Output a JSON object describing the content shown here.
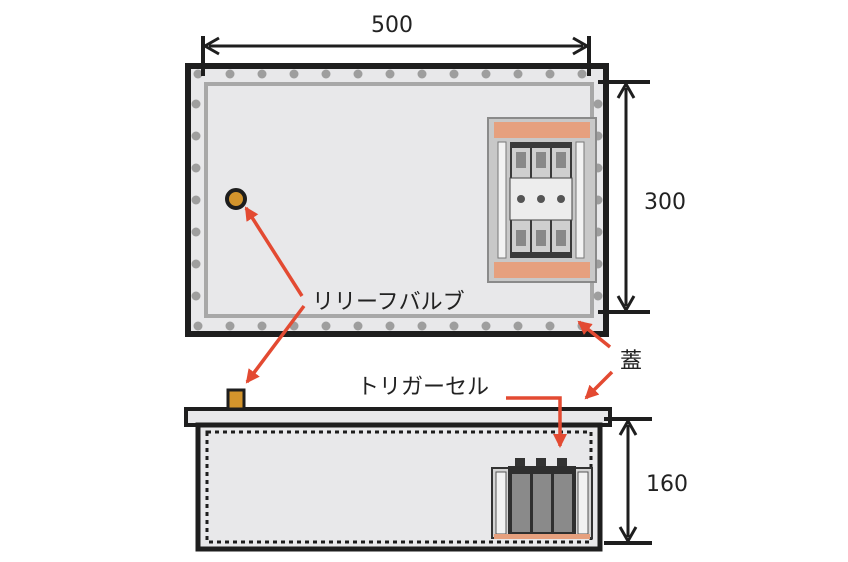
{
  "dimensions": {
    "width": "500",
    "height": "300",
    "depth": "160"
  },
  "labels": {
    "relief_valve": "リリーフバルブ",
    "lid": "蓋",
    "trigger_cell": "トリガーセル"
  },
  "colors": {
    "frame": "#1e1e1e",
    "panel": "#e8e8ea",
    "bolt": "#9e9e9e",
    "arrow": "#e34a32",
    "valve": "#d3942c",
    "heater_pad": "#e6a07e"
  }
}
